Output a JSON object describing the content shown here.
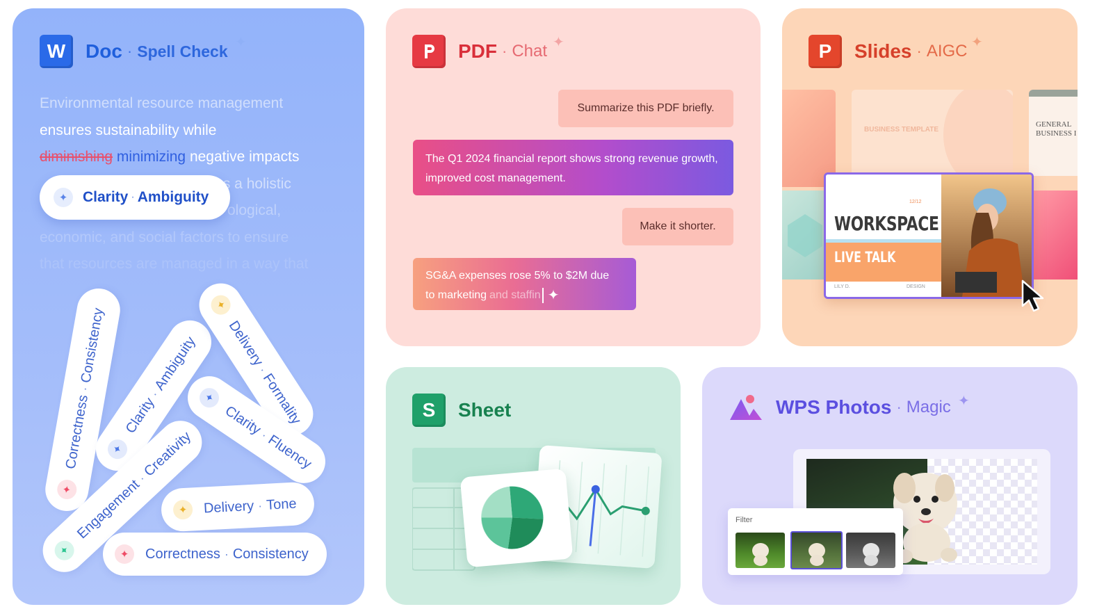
{
  "doc": {
    "icon_letter": "W",
    "title": "Doc",
    "separator": "·",
    "subtitle": "Spell Check",
    "text_lines": [
      "Environmental resource management",
      "ensures sustainability while"
    ],
    "strike_word": "diminishing",
    "fix_word": "minimizing",
    "line3_rest": "negative impacts",
    "hidden_line4_tail": "lves a holistic",
    "hidden_line5_tail": "ological,",
    "faded_line6": "economic, and social factors to ensure",
    "faded_line7": "that resources are managed in a way that",
    "clarity_pill": {
      "left": "Clarity",
      "dot": "·",
      "right": "Ambiguity"
    },
    "pills": [
      {
        "left": "Correctness",
        "right": "Consistency"
      },
      {
        "left": "Clarity",
        "right": "Ambiguity"
      },
      {
        "left": "Delivery",
        "right": "Formality"
      },
      {
        "left": "Clarity",
        "right": "Fluency"
      },
      {
        "left": "Engagement",
        "right": "Creativity"
      },
      {
        "left": "Delivery",
        "right": "Tone"
      },
      {
        "left": "Correctness",
        "right": "Consistency"
      }
    ],
    "pill_dot": "·"
  },
  "pdf": {
    "title": "PDF",
    "separator": "·",
    "subtitle": "Chat",
    "msg1": "Summarize this PDF briefly.",
    "reply1": "The Q1 2024 financial report shows strong revenue growth, improved cost management.",
    "msg2": "Make it shorter.",
    "reply2_line1": "SG&A expenses rose 5% to $2M due",
    "reply2_line2a": "to marketing ",
    "reply2_line2b": "and staffin"
  },
  "slides": {
    "icon_letter": "P",
    "title": "Slides",
    "separator": "·",
    "subtitle": "AIGC",
    "bg_slide_1": "BUSINESS TEMPLATE",
    "bg_slide_2_line1": "GENERAL",
    "bg_slide_2_line2": "BUSINESS I",
    "main_slide": {
      "date": "12/12",
      "title": "WORKSPACE",
      "subtitle": "LIVE TALK",
      "footer_left": "LILY D.",
      "footer_right": "DESIGN"
    }
  },
  "sheet": {
    "icon_letter": "S",
    "title": "Sheet"
  },
  "photos": {
    "title": "WPS Photos",
    "separator": "·",
    "subtitle": "Magic",
    "filter_label": "Filter"
  },
  "colors": {
    "doc_blue": "#1f5fdc",
    "pdf_red": "#e83b45",
    "slides_orange": "#e64a2e",
    "sheet_green": "#1f8c5a",
    "photos_purple": "#6b5be6"
  }
}
